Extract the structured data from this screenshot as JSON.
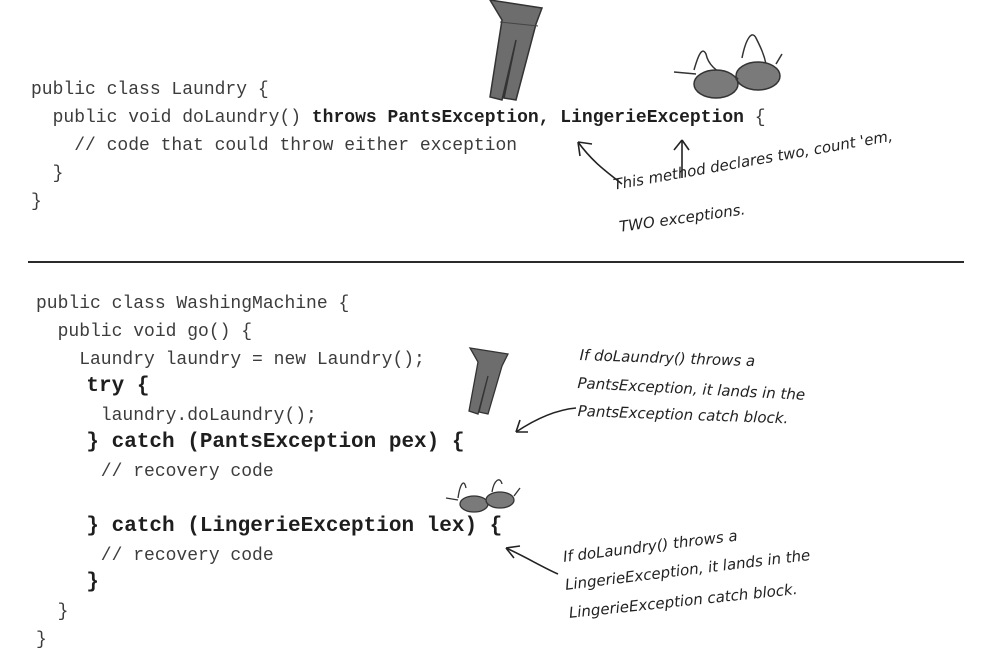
{
  "laundry_class": {
    "line1": "public class Laundry {",
    "line2_pre": "  public void doLaundry() ",
    "line2_throws": "throws PantsException, LingerieException",
    "line2_post": " {",
    "line3": "    // code that could throw either exception",
    "line4": "  }",
    "line5": "}"
  },
  "laundry_note": {
    "line1": "This method declares two, count 'em,",
    "line2": "TWO exceptions."
  },
  "washing_class": {
    "line1": "public class WashingMachine {",
    "line2": "  public void go() {",
    "line3": "    Laundry laundry = new Laundry();",
    "line4": "    try {",
    "line5": "      laundry.doLaundry();",
    "line6": "    } catch (PantsException pex) {",
    "line7": "      // recovery code",
    "line8": "    } catch (LingerieException lex) {",
    "line9": "      // recovery code",
    "line10": "    }",
    "line11": "  }",
    "line12": "}"
  },
  "pants_note": {
    "line1": "If doLaundry() throws a",
    "line2": "PantsException, it lands in the",
    "line3": "PantsException catch block."
  },
  "lingerie_note": {
    "line1": "If doLaundry() throws a",
    "line2": "LingerieException, it lands in the",
    "line3": "LingerieException catch block."
  },
  "icons": [
    "pants-icon",
    "bra-icon",
    "arrow-icon"
  ]
}
